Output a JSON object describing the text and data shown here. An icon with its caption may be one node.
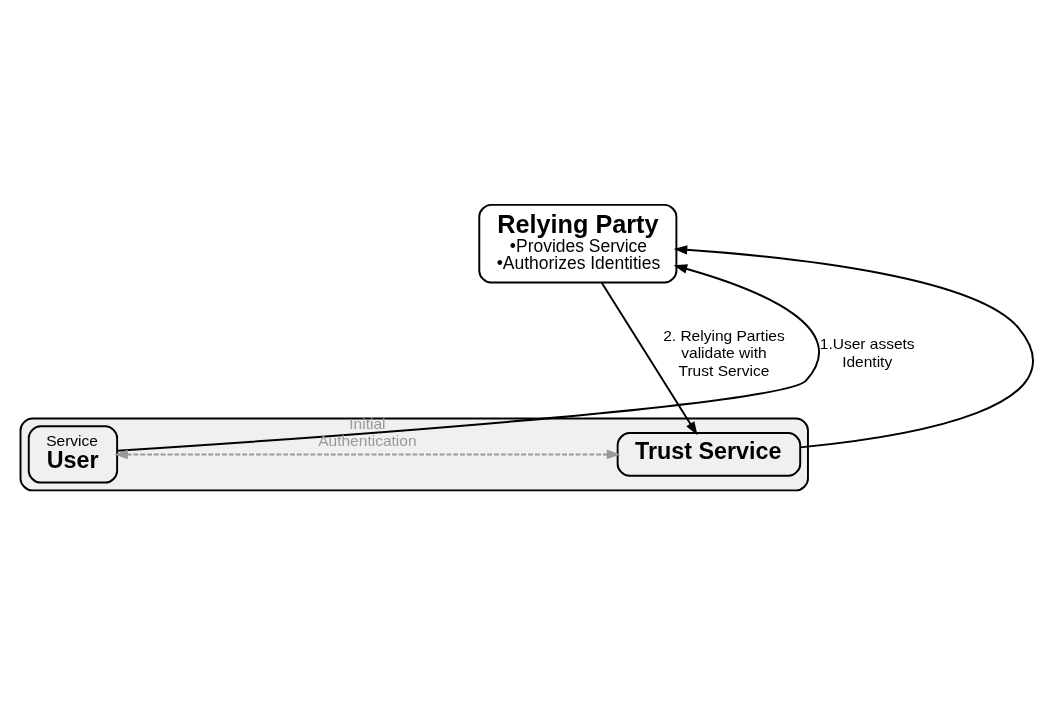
{
  "diagram": {
    "nodes": [
      {
        "text": [
          "Relying Party",
          "•Provides Service",
          "•Authorizes Identities"
        ]
      },
      {
        "text": [],
        "shape": "box"
      },
      {
        "text": [
          "Service",
          "User"
        ],
        "in": 1
      },
      {
        "text": [
          "Trust Service"
        ],
        "in": 1
      }
    ],
    "edges": [
      {
        "from": 2,
        "to": 0,
        "arrow": "to",
        "label": "1.User assets Identity"
      },
      {
        "from": 3,
        "to": 0,
        "arrow": "to"
      },
      {
        "from": 0,
        "to": 3,
        "arrow": "to",
        "label": "2. Relying Parties validate with Trust Service"
      },
      {
        "from": 2,
        "to": 3,
        "arrow": "both",
        "style": "dashed",
        "color": "#999999",
        "label": "Initial Authentication"
      }
    ]
  }
}
